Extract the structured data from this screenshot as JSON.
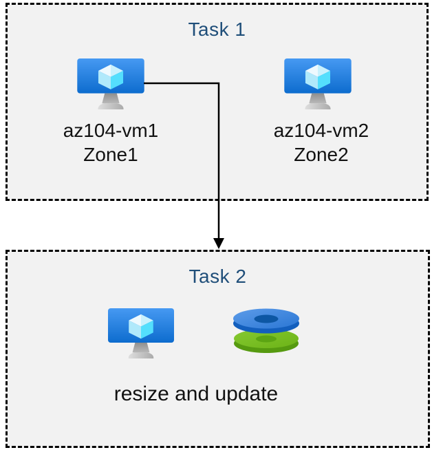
{
  "diagram": {
    "task1": {
      "title": "Task 1",
      "vms": [
        {
          "name": "az104-vm1",
          "zone": "Zone1"
        },
        {
          "name": "az104-vm2",
          "zone": "Zone2"
        }
      ]
    },
    "task2": {
      "title": "Task 2",
      "caption": "resize and update"
    },
    "connector": {
      "type": "elbow-arrow",
      "from": "az104-vm1",
      "to": "Task 2"
    }
  },
  "icons": {
    "vm": "azure-virtual-machine-icon",
    "disks": "azure-disks-icon"
  },
  "colors": {
    "page_background": "#ffffff",
    "box_fill": "#f2f2f2",
    "box_border": "#000000",
    "title": "#1f4e79",
    "label": "#111111",
    "arrow": "#000000",
    "vm_screen_top": "#3f96f2",
    "vm_screen_bottom": "#0d6cce",
    "cube_cyan": "#54dffd",
    "disk_blue_top": "#3b82dd",
    "disk_blue_side": "#135fbd",
    "disk_blue_hole": "#0d57a4",
    "disk_green_top": "#76bc21",
    "disk_green_side": "#569a10"
  }
}
